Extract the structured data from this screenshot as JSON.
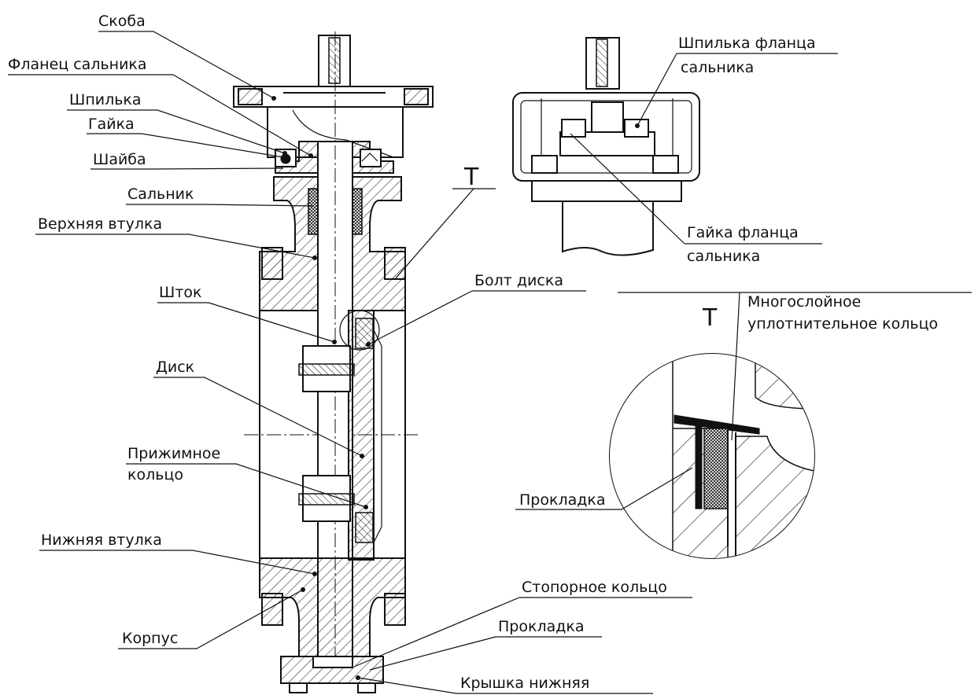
{
  "labels": {
    "skoba": "Скоба",
    "flanets_salnika": "Фланец сальника",
    "shpilka": "Шпилька",
    "gaika": "Гайка",
    "shaiba": "Шайба",
    "salnik": "Сальник",
    "verkhnyaya_vtulka": "Верхняя втулка",
    "shtok": "Шток",
    "disk": "Диск",
    "prizhimnoe_line1": "Прижимное",
    "prizhimnoe_line2": "кольцо",
    "nizhnyaya_vtulka": "Нижняя втулка",
    "korpus": "Корпус",
    "stopornoe_koltso": "Стопорное кольцо",
    "prokladka_bottom": "Прокладка",
    "kryshka_nizhnyaya": "Крышка нижняя",
    "bolt_diska": "Болт диска",
    "shpilka_flantsa_line1": "Шпилька фланца",
    "shpilka_flantsa_line2": "сальника",
    "gaika_flantsa_line1": "Гайка фланца",
    "gaika_flantsa_line2": "сальника",
    "mnogosloinoe_line1": "Многослойное",
    "mnogosloinoe_line2": "уплотнительное кольцо",
    "prokladka_detail": "Прокладка",
    "detail_mark": "T",
    "detail_mark_top": "T"
  }
}
